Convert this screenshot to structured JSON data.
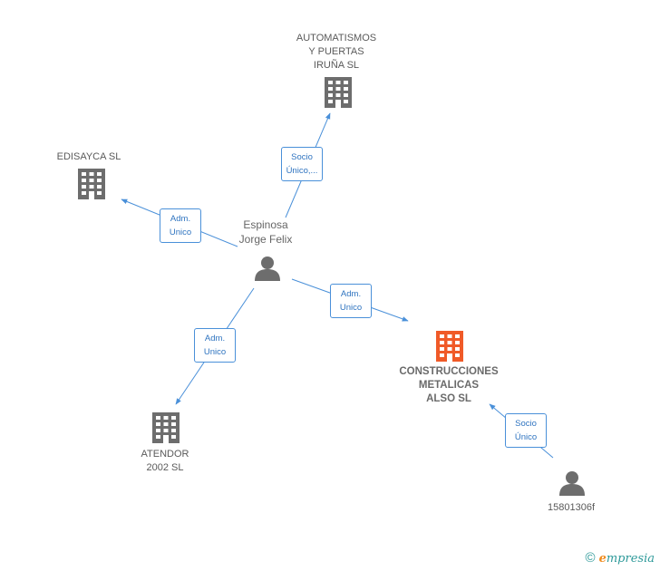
{
  "colors": {
    "edge": "#4a90d9",
    "building": "#6d6d6d",
    "building_highlight": "#f05a28",
    "person": "#6d6d6d"
  },
  "nodes": {
    "automatismos": {
      "label": "AUTOMATISMOS\nY PUERTAS\nIRUÑA SL",
      "icon": "building-icon"
    },
    "edisayca": {
      "label": "EDISAYCA SL",
      "icon": "building-icon"
    },
    "espinosa": {
      "label": "Espinosa\nJorge Felix",
      "icon": "person-icon"
    },
    "construcciones": {
      "label": "CONSTRUCCIONES\nMETALICAS\nALSO SL",
      "icon": "building-icon"
    },
    "atendor": {
      "label": "ATENDOR\n2002 SL",
      "icon": "building-icon"
    },
    "p15801306f": {
      "label": "15801306f",
      "icon": "person-icon"
    }
  },
  "edges": {
    "to_automatismos": "Socio\nÚnico,...",
    "to_edisayca": "Adm.\nUnico",
    "to_construcciones": "Adm.\nUnico",
    "to_atendor": "Adm.\nUnico",
    "p15801306f_to_construcciones": "Socio\nÚnico"
  },
  "footer": {
    "copyright": "©",
    "brand_initial": "e",
    "brand_rest": "mpresia"
  }
}
